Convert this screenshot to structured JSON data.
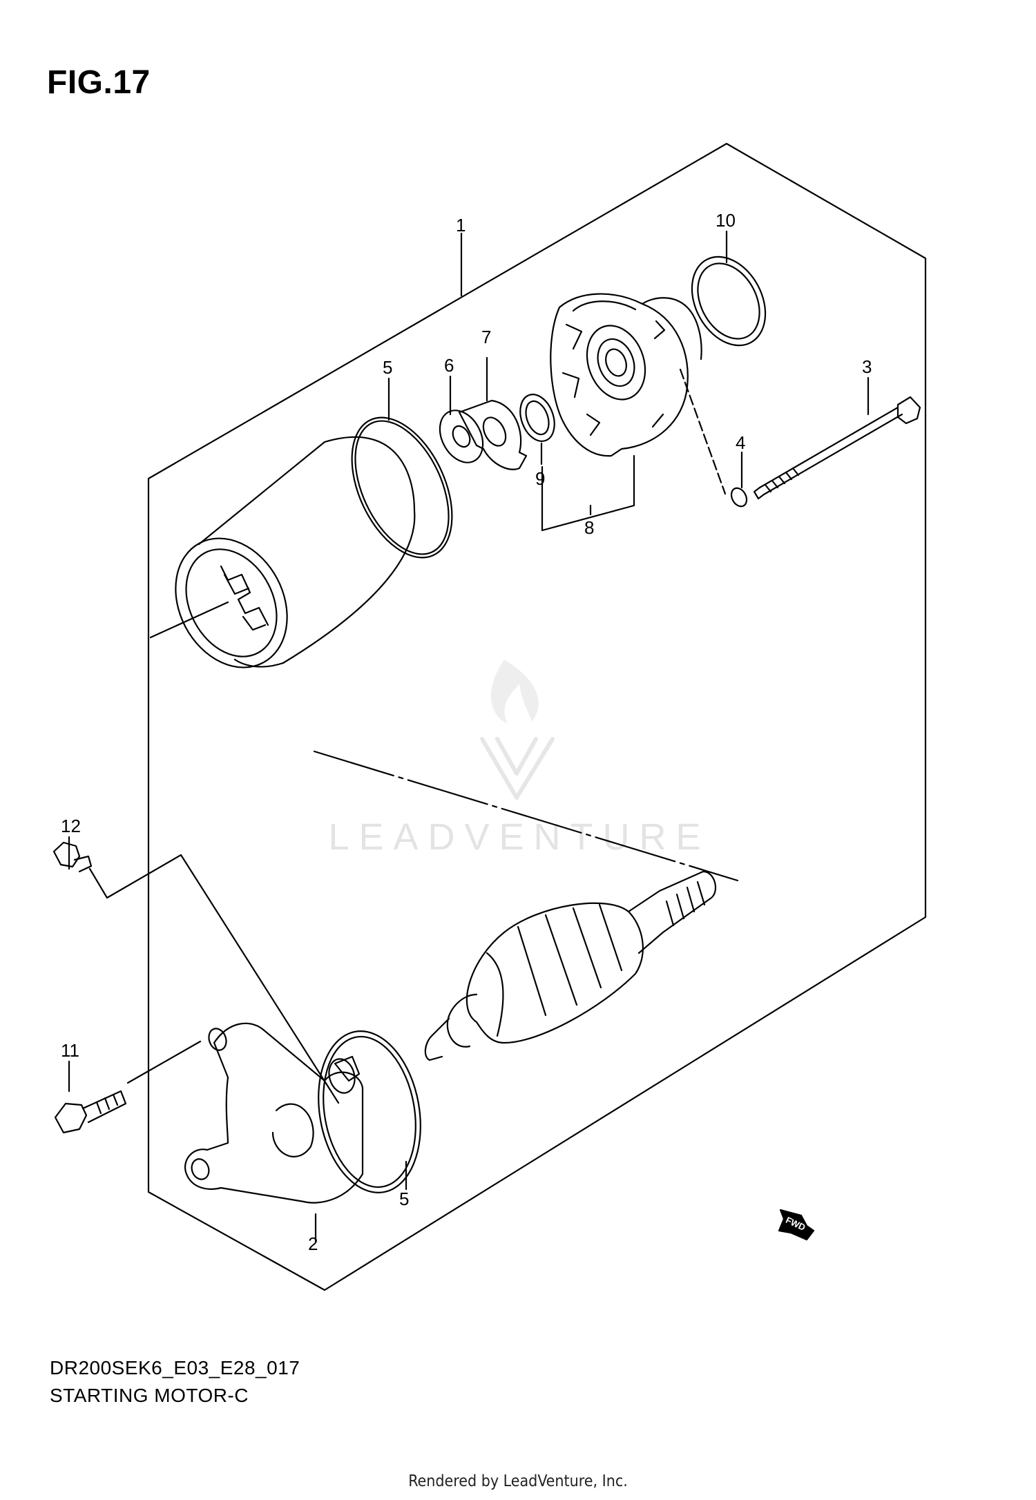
{
  "figure": {
    "title": "FIG.17"
  },
  "callouts": [
    {
      "id": "1",
      "text": "1"
    },
    {
      "id": "2",
      "text": "2"
    },
    {
      "id": "3",
      "text": "3"
    },
    {
      "id": "4",
      "text": "4"
    },
    {
      "id": "5a",
      "text": "5"
    },
    {
      "id": "5b",
      "text": "5"
    },
    {
      "id": "6",
      "text": "6"
    },
    {
      "id": "7",
      "text": "7"
    },
    {
      "id": "8",
      "text": "8"
    },
    {
      "id": "9",
      "text": "9"
    },
    {
      "id": "10",
      "text": "10"
    },
    {
      "id": "11",
      "text": "11"
    },
    {
      "id": "12",
      "text": "12"
    }
  ],
  "watermark": {
    "text": "LEADVENTURE"
  },
  "fwd_arrow": {
    "text": "FWD"
  },
  "footer": {
    "model_code": "DR200SEK6_E03_E28_017",
    "section_name": "STARTING MOTOR-C",
    "rendered_by": "Rendered by LeadVenture, Inc."
  },
  "colors": {
    "line": "#000000",
    "watermark": "#e3e3e3",
    "background": "#ffffff"
  }
}
